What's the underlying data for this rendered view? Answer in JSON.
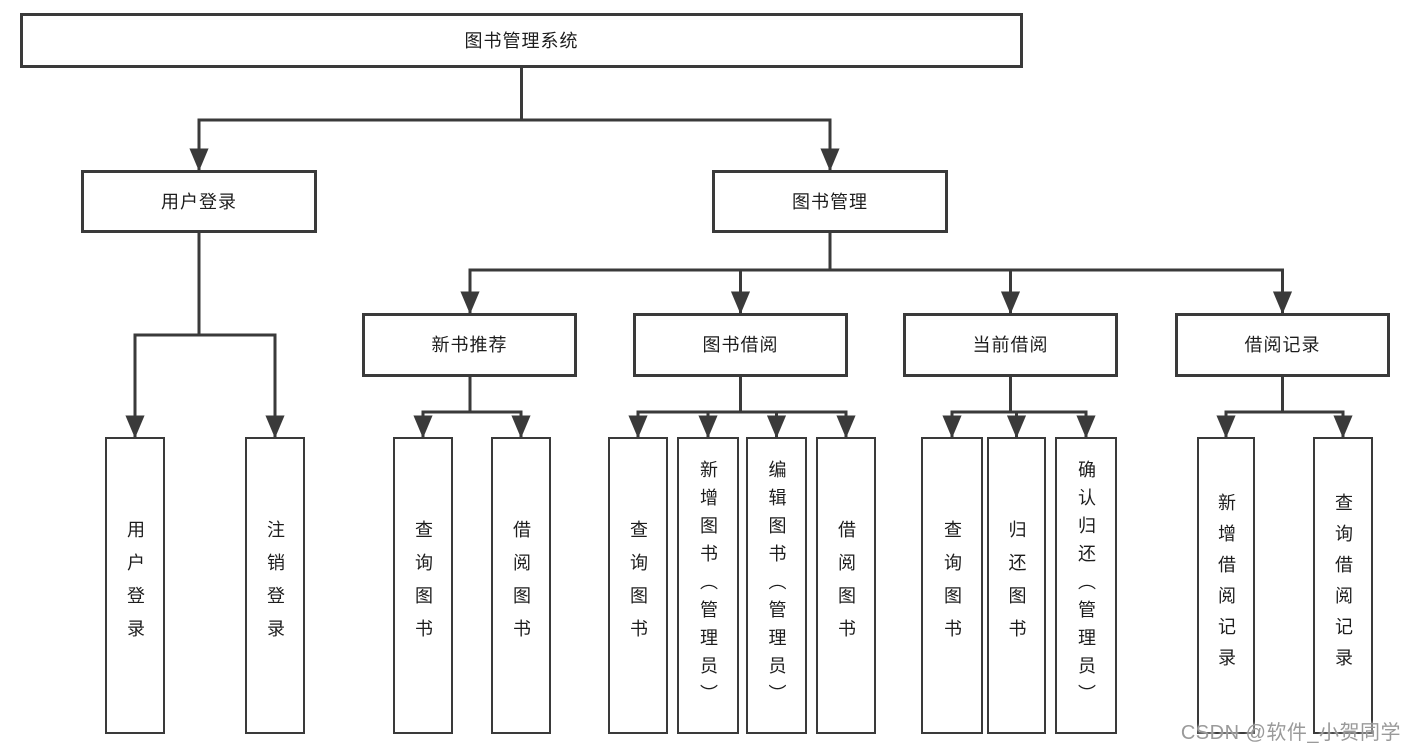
{
  "tree": {
    "root": {
      "label": "图书管理系统"
    },
    "branches": [
      {
        "label": "用户登录",
        "children": [
          {
            "label": "用户登录"
          },
          {
            "label": "注销登录"
          }
        ]
      },
      {
        "label": "图书管理",
        "groups": [
          {
            "label": "新书推荐",
            "children": [
              {
                "label": "查询图书"
              },
              {
                "label": "借阅图书"
              }
            ]
          },
          {
            "label": "图书借阅",
            "children": [
              {
                "label": "查询图书"
              },
              {
                "label": "新增图书（管理员）"
              },
              {
                "label": "编辑图书（管理员）"
              },
              {
                "label": "借阅图书"
              }
            ]
          },
          {
            "label": "当前借阅",
            "children": [
              {
                "label": "查询图书"
              },
              {
                "label": "归还图书"
              },
              {
                "label": "确认归还（管理员）"
              }
            ]
          },
          {
            "label": "借阅记录",
            "children": [
              {
                "label": "新增借阅记录"
              },
              {
                "label": "查询借阅记录"
              }
            ]
          }
        ]
      }
    ]
  },
  "watermark": {
    "text": "CSDN @软件_小贺同学"
  },
  "colors": {
    "line": "#3a3a3a",
    "box_border": "#3a3a3a",
    "box_fill": "#ffffff",
    "label_text": "#1d1d1d",
    "watermark_text": "#9a9a9a",
    "background": "#ffffff"
  }
}
